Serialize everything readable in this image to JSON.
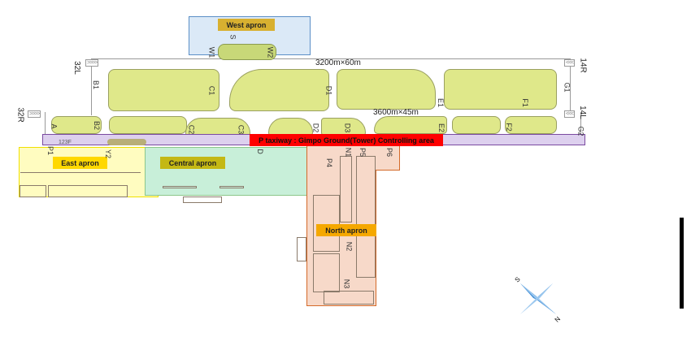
{
  "title": "Gimpo Airport apron and taxiway layout",
  "areas": {
    "west_apron": "West apron",
    "east_apron": "East apron",
    "central_apron": "Central apron",
    "north_apron": "North apron",
    "p_taxiway": "P taxiway : Gimpo Ground(Tower) Controlling area"
  },
  "runways": {
    "upper_dimension": "3200m×60m",
    "lower_dimension": "3600m×45m",
    "r32L": "32L",
    "r32R": "32R",
    "r14R": "14R",
    "r14L": "14L"
  },
  "taxiways": [
    "S",
    "W1",
    "W2",
    "B1",
    "C1",
    "D1",
    "E1",
    "F1",
    "G1",
    "A",
    "B2",
    "C2",
    "C3",
    "D2",
    "D3",
    "E2",
    "F2",
    "G2",
    "123F",
    "Y2",
    "P1",
    "D",
    "N1",
    "P5",
    "P6",
    "P4",
    "N2",
    "N3"
  ],
  "compass": {
    "south": "S",
    "north": "N"
  },
  "colors": {
    "west_apron": "#dbe9f7",
    "east_apron": "#fffcc0",
    "central_apron": "#c8efd9",
    "north_apron": "#f7d9c9",
    "p_taxiway": "#ddd0ee",
    "grass": "#dfe88a",
    "red_label": "#ff0000",
    "compass": "#3a8ad4"
  }
}
